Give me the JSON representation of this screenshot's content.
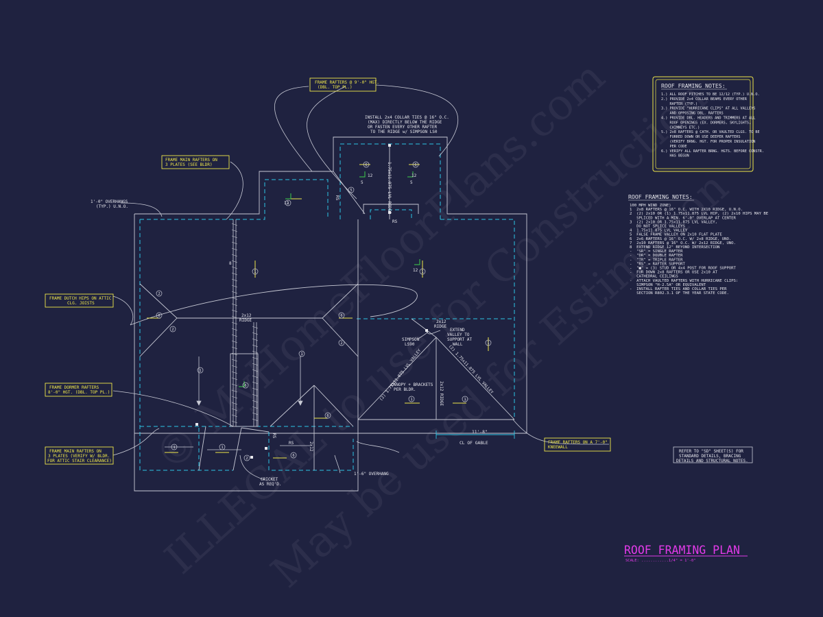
{
  "watermark": {
    "line1": "© MyHomeFloorPlans.com",
    "line2": "ILLEGAL to use for Construction",
    "line3": "May be used for Estimation"
  },
  "callouts": {
    "frame_rafters_9": [
      "FRAME RAFTERS @ 9'-0\" HGT.",
      "(DBL. TOP PL.)"
    ],
    "frame_main_3plates": [
      "FRAME MAIN RAFTERS ON",
      "3 PLATES (SEE BLDR)"
    ],
    "frame_dutch_hips": [
      "FRAME DUTCH HIPS ON ATTIC",
      "CLG. JOISTS"
    ],
    "frame_dormer": [
      "FRAME DORMER RAFTERS",
      "8'-0\" HGT. (DBL. TOP PL.)"
    ],
    "frame_main_verify": [
      "FRAME MAIN RAFTERS ON",
      "3 PLATES (VERIFY W/ BLDR.",
      "FOR ATTIC STAIR CLEARANCE)"
    ],
    "frame_kneewall": [
      "FRAME RAFTERS ON A 7'-0\"",
      "KNEEWALL"
    ]
  },
  "plan_labels": {
    "collar_ties": [
      "INSTALL 2x4 COLLAR TIES @ 16\" O.C.",
      "(MAX) DIRECTLY BELOW THE RIDGE",
      "OR FASTEN EVERY OTHER RAFTER",
      "TO THE RIDGE w/ SIMPSON LS0"
    ],
    "overhangs": [
      "1'-0\" OVERHANGS",
      "(TYP.) U.N.O."
    ],
    "extend_valley": [
      "EXTEND",
      "VALLEY TO",
      "SUPPORT AT",
      "WALL"
    ],
    "simpson": [
      "SIMPSON",
      "LS90"
    ],
    "ridge_2x12_a": [
      "2x12",
      "RIDGE"
    ],
    "ridge_2x12_b": [
      "2x12",
      "RIDGE"
    ],
    "lvl_valley_left": "(2) 1.75x11.875 LVL VALLEY",
    "lvl_valley_right": "(2) 1.75x11.875 LVL VALLEY",
    "ridge_2x12_vert": "2x12 RIDGE",
    "lvl_ridge_top": "1.75x11.875 LVL RIDGE",
    "dim_gable": "11'-8\"",
    "cl_gable": "CL OF GABLE",
    "canopy": [
      "CANOPY + BRACKETS",
      "PER BLDR."
    ],
    "overhang_6": "1'-6\" OVERHANG",
    "cricket": [
      "CRICKET",
      "AS REQ'D."
    ],
    "rs": "RS",
    "pitch_12": "12",
    "pitch_5": "5",
    "pitch_8": "8",
    "ridge_2x12_small": "2x12"
  },
  "notes_box": {
    "title": "ROOF FRAMING NOTES:",
    "lines": [
      "1.) ALL ROOF PITCHES TO BE 12/12 (TYP.) U.N.O.",
      "2.) PROVIDE 2x4 COLLAR BEAMS EVERY OTHER",
      "    RAFTER (TYP.)",
      "3.) PROVIDE \"HURRICANE CLIPS\" AT ALL VALLEYS",
      "    AND OPPOSING DBL. RAFTERS",
      "4.) PROVIDE DBL. HEADERS AND TRIMMERS AT ALL",
      "    ROOF OPENINGS (EX. DORMERS, SKYLIGHTS,",
      "    CHIMNEYS ETC.)",
      "5.) 2x8 RAFTERS @ CATH. OR VAULTED CLGS. TO BE",
      "    FURRED DOWN OR USE DEEPER RAFTERS",
      "    (VERIFY BRNG. HGT. FOR PROPER INSULATION",
      "    PER CODE",
      "6.) VERIFY ALL RAFTER BRNG. HGTS. BEFORE CONSTR.",
      "    HAS BEGUN"
    ]
  },
  "legend": {
    "title": "ROOF FRAMING NOTES:",
    "lines": [
      "100 MPH WIND ZONE)",
      "1  2x8 RAFTERS @ 16\" O.C. WITH 2X10 RIDGE, U.N.O.",
      "2  (2) 2x10 OR (1) 1.75x11.875 LVL HIP, (2) 2x10 HIPS MAY BE",
      "   SPLICED WITH A MIN. 6'-0\" OVERLAP AT CENTER",
      "3  (2) 2x10 OR 1.75x11.875 LVL VALLEY,",
      "   DO NOT SPLICE VALLEYS",
      "4  1.75x11.875 LVL VALLEY",
      "5  FALSE FRAME VALLEY ON 2x10 FLAT PLATE",
      "6  2x6 RAFTERS @ 16\" O.C. W/ 2x8 RIDGE, UNO.",
      "7  2x10 RAFTERS @ 16\" O.C. W/ 2x12 RIDGE, UNO.",
      "8  EXTEND RIDGE 12\" BEYOND INTERSECTION",
      "-  \"SR\" = SINGLE RAFTER",
      "-  \"DR\" = DOUBLE RAFTER",
      "-  \"TR\" = TRIPLE RAFTER",
      "-  \"RS\" = RAFTER SUPPORT",
      "-  \"■\" = (3) STUD OR 4x4 POST FOR ROOF SUPPORT",
      "-  FUR DOWN 2x8 RAFTERS OR USE 2x10 AT",
      "   CATHEDRAL CEILINGS",
      "-  ATTACH VAULTED RAFTERS WITH HURRICANE CLIPS:",
      "   SIMPSON \"H-2.5A\" OR EQUIVALENT",
      "-  INSTALL RAFTER TIES AND COLLAR TIES PER",
      "   SECTION R802.3.1 OF THE YEAR STATE CODE."
    ]
  },
  "refer_box": [
    "REFER TO \"SD\" SHEET(S) FOR",
    "STANDARD DETAILS, BRACING",
    "DETAILS AND STRUCTURAL NOTES."
  ],
  "title_block": {
    "title": "ROOF FRAMING PLAN",
    "scale": "SCALE: ............1/4\" = 1'-0\""
  },
  "colors": {
    "background": "#1f2240",
    "line": "#c9cbd6",
    "cyan": "#2ec6e6",
    "yellow": "#f0e84a",
    "magenta": "#e23ae8",
    "green": "#3ed04a"
  }
}
